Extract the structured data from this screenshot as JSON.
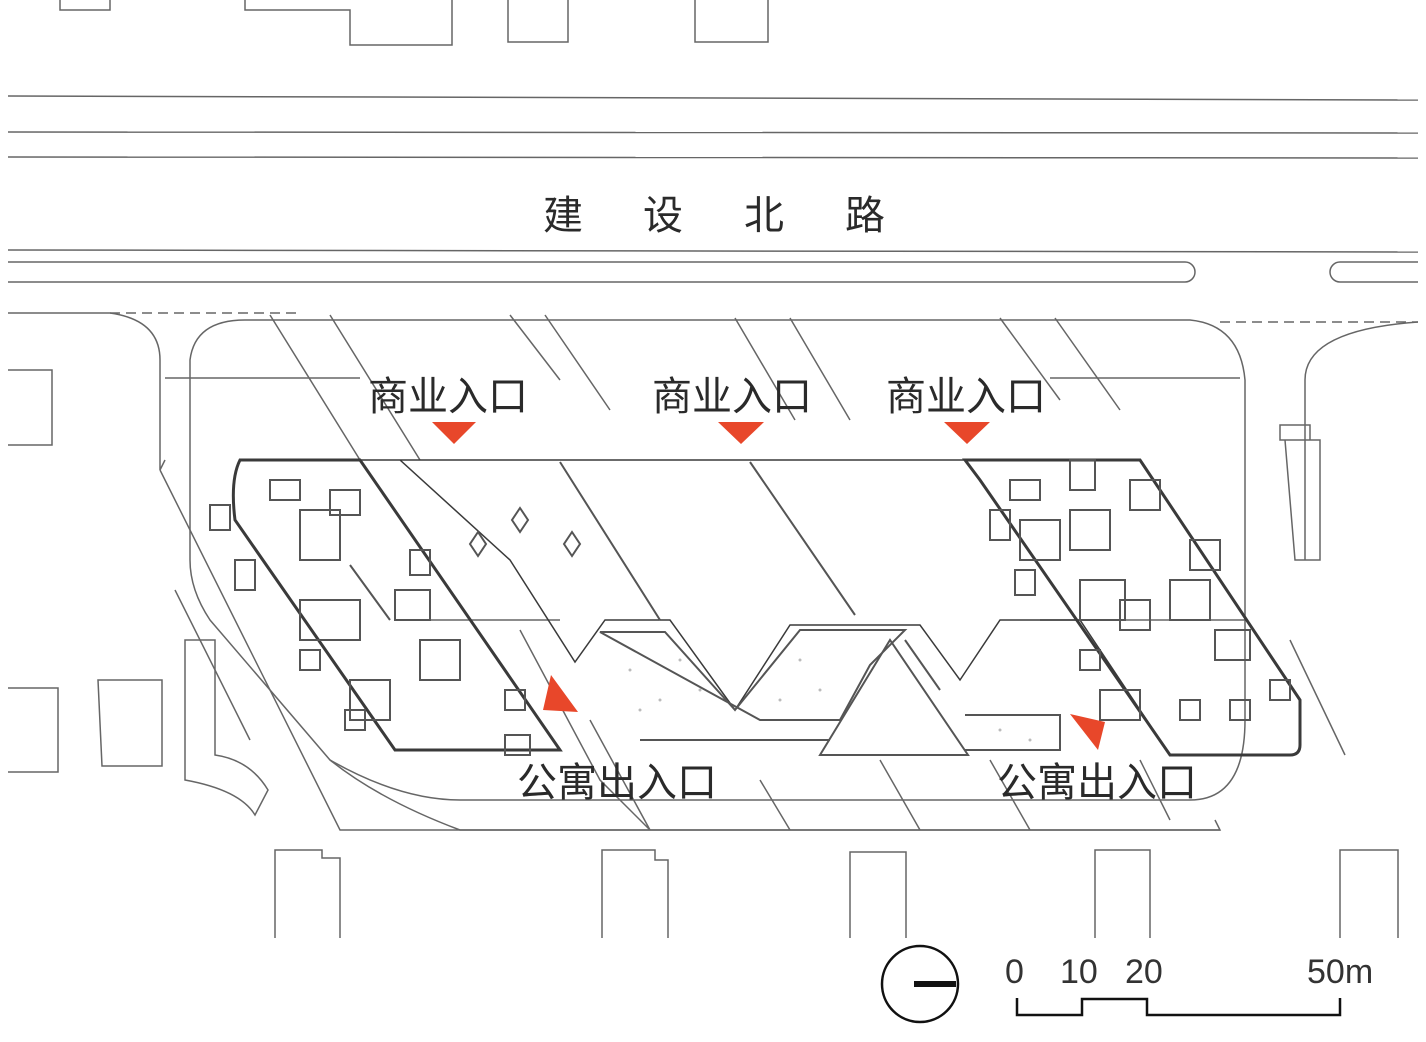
{
  "road": {
    "name_chars": [
      "建",
      "设",
      "北",
      "路"
    ]
  },
  "entrances": {
    "commercial": [
      "商业入口",
      "商业入口",
      "商业入口"
    ],
    "apartment": [
      "公寓出入口",
      "公寓出入口"
    ]
  },
  "scale_bar": {
    "ticks": [
      "0",
      "10",
      "20",
      "50m"
    ]
  },
  "north_arrow": {
    "icon": "north-arrow-icon"
  },
  "colors": {
    "accent": "#e8472a",
    "line": "#555555",
    "heavy": "#3a3a3a"
  }
}
